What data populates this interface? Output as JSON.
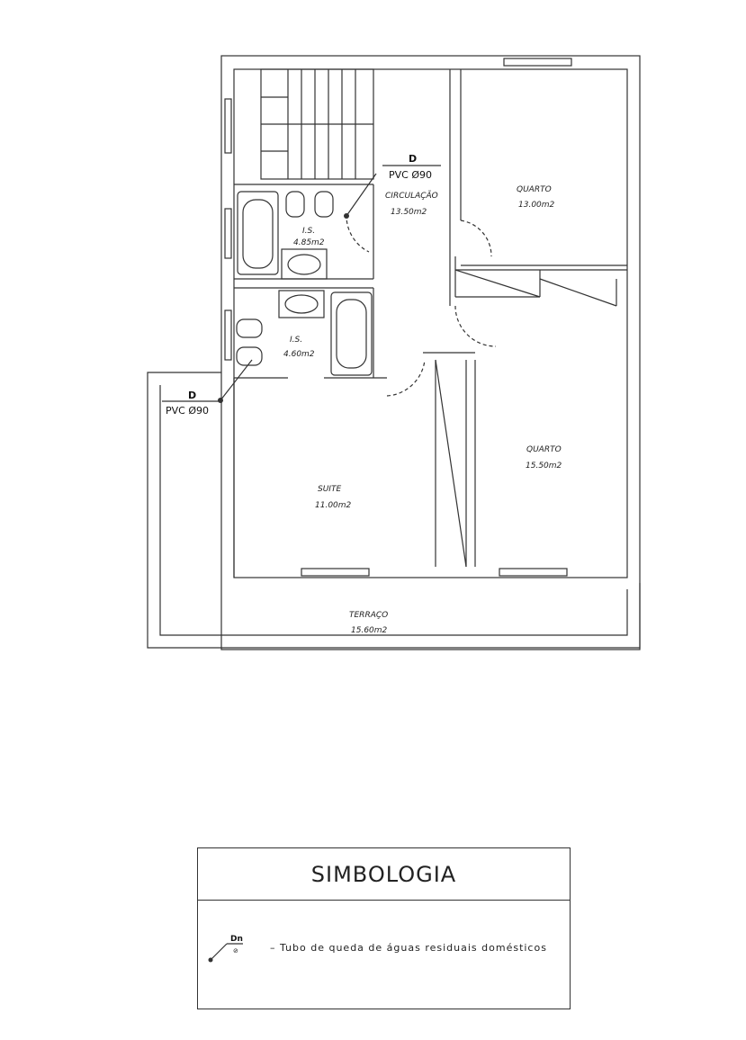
{
  "plan": {
    "rooms": [
      {
        "id": "circulacao",
        "name": "CIRCULAÇÃO",
        "area": "13.50m2"
      },
      {
        "id": "quarto1",
        "name": "QUARTO",
        "area": "13.00m2"
      },
      {
        "id": "is1",
        "name": "I.S.",
        "area": "4.85m2"
      },
      {
        "id": "is2",
        "name": "I.S.",
        "area": "4.60m2"
      },
      {
        "id": "suite",
        "name": "SUITE",
        "area": "11.00m2"
      },
      {
        "id": "quarto2",
        "name": "QUARTO",
        "area": "15.50m2"
      },
      {
        "id": "terraco",
        "name": "TERRAÇO",
        "area": "15.60m2"
      }
    ],
    "pipes": [
      {
        "id": "pipe1",
        "code": "D",
        "spec": "PVC Ø90"
      },
      {
        "id": "pipe2",
        "code": "D",
        "spec": "PVC Ø90"
      }
    ]
  },
  "legend": {
    "title": "SIMBOLOGIA",
    "symbol_code": "Dn",
    "description": "– Tubo de queda de águas residuais domésticos"
  }
}
